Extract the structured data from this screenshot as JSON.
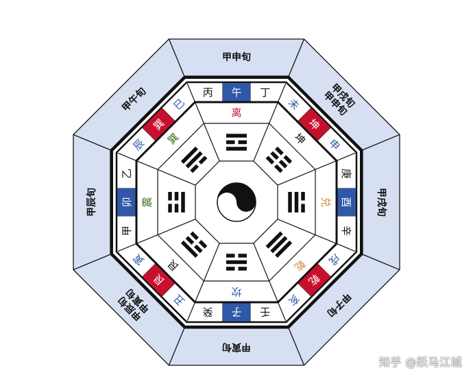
{
  "colors": {
    "outer_fill": "#d6e0f2",
    "box_blue": "#2f58a8",
    "box_red": "#c8102e",
    "stroke": "#111111",
    "text_dark": "#111111",
    "text_blue": "#2f58a8",
    "text_red": "#c8102e",
    "text_green": "#3a6b1f",
    "text_orange": "#d28b3c"
  },
  "outer_labels": [
    {
      "lines": [
        "甲申旬"
      ]
    },
    {
      "lines": [
        "甲戌旬",
        "甲申旬"
      ]
    },
    {
      "lines": [
        "甲戌旬"
      ]
    },
    {
      "lines": [
        "甲子旬"
      ]
    },
    {
      "lines": [
        "甲寅旬"
      ]
    },
    {
      "lines": [
        "甲辰旬",
        "甲寅旬"
      ]
    },
    {
      "lines": [
        "甲辰旬"
      ]
    },
    {
      "lines": [
        "甲午旬"
      ]
    }
  ],
  "branch_ring": [
    [
      {
        "char": "丙",
        "style": "plain"
      },
      {
        "char": "午",
        "style": "blue"
      },
      {
        "char": "丁",
        "style": "plain"
      }
    ],
    [
      {
        "char": "未",
        "style": "plain-blue"
      },
      {
        "char": "坤",
        "style": "red"
      },
      {
        "char": "申",
        "style": "plain-blue"
      }
    ],
    [
      {
        "char": "庚",
        "style": "plain"
      },
      {
        "char": "酉",
        "style": "blue"
      },
      {
        "char": "辛",
        "style": "plain"
      }
    ],
    [
      {
        "char": "戌",
        "style": "plain-blue"
      },
      {
        "char": "乾",
        "style": "red"
      },
      {
        "char": "亥",
        "style": "plain-blue"
      }
    ],
    [
      {
        "char": "壬",
        "style": "plain"
      },
      {
        "char": "子",
        "style": "blue"
      },
      {
        "char": "癸",
        "style": "plain"
      }
    ],
    [
      {
        "char": "丑",
        "style": "plain-blue"
      },
      {
        "char": "艮",
        "style": "red"
      },
      {
        "char": "寅",
        "style": "plain-blue"
      }
    ],
    [
      {
        "char": "甲",
        "style": "plain"
      },
      {
        "char": "卯",
        "style": "blue"
      },
      {
        "char": "乙",
        "style": "plain"
      }
    ],
    [
      {
        "char": "辰",
        "style": "plain-blue"
      },
      {
        "char": "巽",
        "style": "red"
      },
      {
        "char": "巳",
        "style": "plain-blue"
      }
    ]
  ],
  "trigram_names": [
    {
      "char": "离",
      "color": "#c8102e"
    },
    {
      "char": "坤",
      "color": "#111111"
    },
    {
      "char": "兑",
      "color": "#d28b3c"
    },
    {
      "char": "乾",
      "color": "#d28b3c"
    },
    {
      "char": "坎",
      "color": "#2f58a8"
    },
    {
      "char": "艮",
      "color": "#111111"
    },
    {
      "char": "震",
      "color": "#3a6b1f"
    },
    {
      "char": "巽",
      "color": "#3a6b1f"
    }
  ],
  "trigrams": [
    {
      "name": "li-trigram-icon",
      "lines": [
        1,
        0,
        1
      ]
    },
    {
      "name": "kun-trigram-icon",
      "lines": [
        0,
        0,
        0
      ]
    },
    {
      "name": "dui-trigram-icon",
      "lines": [
        0,
        1,
        1
      ]
    },
    {
      "name": "qian-trigram-icon",
      "lines": [
        1,
        1,
        1
      ]
    },
    {
      "name": "kan-trigram-icon",
      "lines": [
        0,
        1,
        0
      ]
    },
    {
      "name": "gen-trigram-icon",
      "lines": [
        1,
        0,
        0
      ]
    },
    {
      "name": "zhen-trigram-icon",
      "lines": [
        0,
        0,
        1
      ]
    },
    {
      "name": "xun-trigram-icon",
      "lines": [
        1,
        1,
        0
      ]
    }
  ],
  "watermark": "知乎 @跃马江城"
}
